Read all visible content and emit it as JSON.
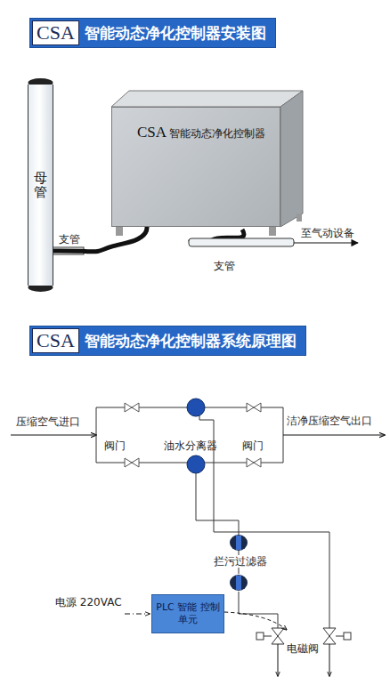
{
  "diagram": {
    "nodes": [
      {
        "text": [
          "CSA",
          "智能动态净化控制器安装图"
        ]
      },
      {
        "text": [
          "母管"
        ]
      },
      {
        "text": [
          "CSA",
          "智能动态净化控制器"
        ]
      },
      {
        "text": [
          "CSA",
          "智能动态净化控制器系统原理图"
        ]
      },
      {
        "text": [
          "PLC 智能 控制单元"
        ]
      }
    ],
    "edges": [
      {
        "from": 1,
        "to": 2,
        "label": "支管",
        "arrow": "none"
      }
    ],
    "labels": [
      "支管",
      "至气动设备",
      "压缩空气进口",
      "阀门",
      "油水分离器",
      "阀门",
      "洁净压缩空气出口",
      "拦污过滤器",
      "电源 220VAC",
      "电磁阀"
    ]
  }
}
